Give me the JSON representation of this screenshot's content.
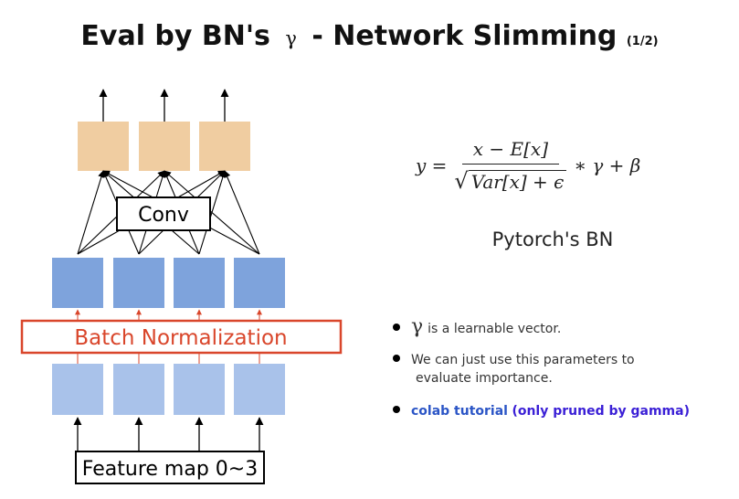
{
  "title": {
    "main": "Eval by BN's",
    "gamma": "γ",
    "rest": "- Network Slimming",
    "part": "(1/2)"
  },
  "diagram": {
    "conv_label": "Conv",
    "bn_label": "Batch Normalization",
    "input_label": "Feature map 0~3",
    "colors": {
      "output": "#f0cda1",
      "bn_out": "#7ea3dc",
      "input": "#a9c2ea",
      "bn_border": "#d9462b",
      "arrow": "#000000"
    }
  },
  "formula": {
    "lhs": "y =",
    "numerator": "x − E[x]",
    "radical": "√",
    "denominator": "Var[x] + ϵ",
    "rhs": "∗ γ + β"
  },
  "caption": "Pytorch's BN",
  "bullets": {
    "b1_gamma": "γ",
    "b1_text": "is a learnable vector.",
    "b2_line1": "We can just use this parameters to",
    "b2_line2": "evaluate importance.",
    "b3_link": "colab tutorial",
    "b3_note": "(only pruned by gamma)"
  }
}
